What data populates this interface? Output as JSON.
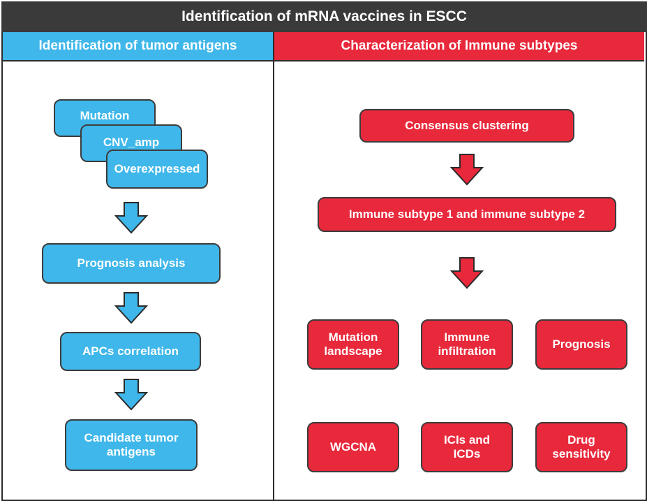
{
  "title": "Identification of mRNA vaccines in ESCC",
  "colors": {
    "blue": "#3fb7ea",
    "red": "#e8283b",
    "dark": "#3a3a3a",
    "border": "#3c3c3c"
  },
  "left_panel": {
    "header": "Identification of tumor antigens",
    "sources": [
      "Mutation",
      "CNV_amp",
      "Overexpressed"
    ],
    "steps": [
      "Prognosis analysis",
      "APCs correlation"
    ],
    "result": [
      "Candidate tumor",
      "antigens"
    ]
  },
  "right_panel": {
    "header": "Characterization of Immune subtypes",
    "step1": "Consensus clustering",
    "step2": "Immune subtype 1 and immune subtype 2",
    "analyses": [
      [
        "Mutation",
        "landscape"
      ],
      [
        "Immune",
        "infiltration"
      ],
      [
        "Prognosis"
      ],
      [
        "WGCNA"
      ],
      [
        "ICIs and",
        "ICDs"
      ],
      [
        "Drug",
        "sensitivity"
      ]
    ]
  }
}
